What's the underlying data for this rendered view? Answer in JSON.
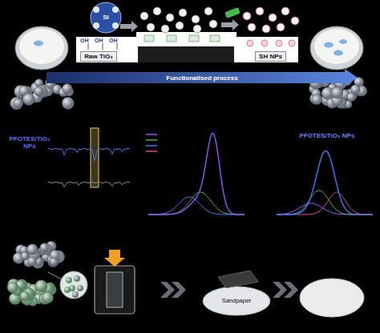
{
  "diagram": {
    "nodes": [
      {
        "text": [
          "Raw TiO₂"
        ]
      },
      {
        "text": [
          "SH NPs"
        ]
      },
      {
        "text": [
          "Functionalised process"
        ]
      },
      {
        "text": [
          "Sandpaper"
        ]
      }
    ],
    "labels": [
      "OH",
      "OH",
      "OH",
      "Si",
      "PFOTES/TiO₂ NPs",
      "PFOTES/TiO₂ NPs"
    ]
  }
}
